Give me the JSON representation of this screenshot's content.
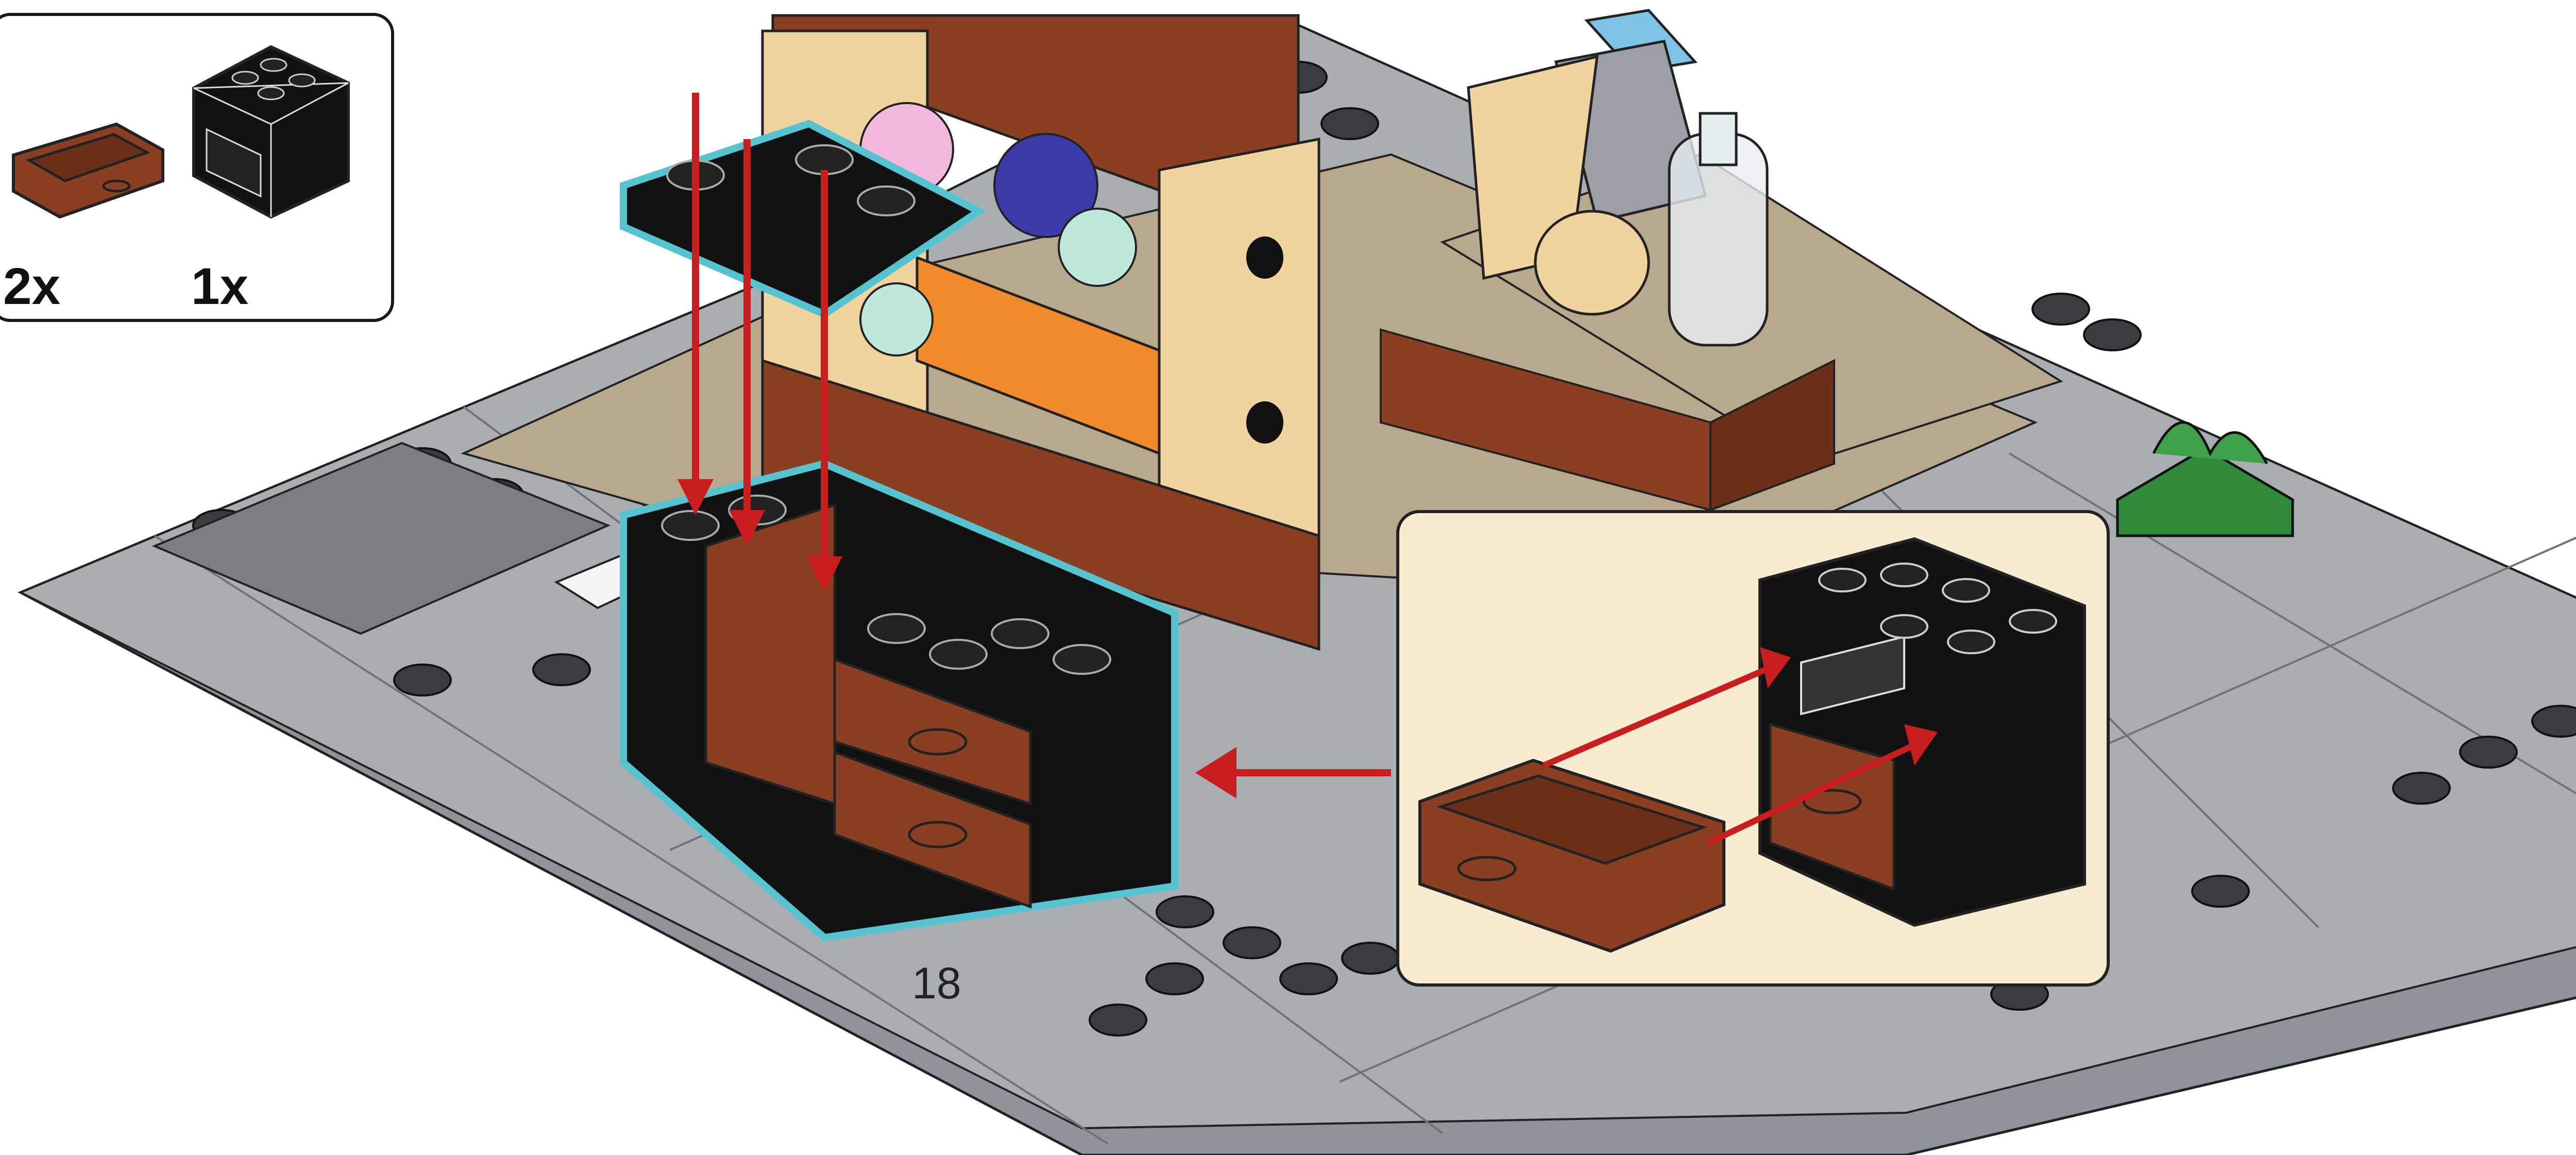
{
  "parts_list": {
    "items": [
      {
        "name": "drawer-part",
        "quantity": "2x",
        "color": "#8a3f22"
      },
      {
        "name": "cupboard-part",
        "quantity": "1x",
        "color": "#111111"
      }
    ]
  },
  "step": {
    "number": "18"
  },
  "colors": {
    "baseplate": "#8e9499",
    "baseplate_light": "#a9aeb2",
    "stud_dark": "#3a3d40",
    "reddish_brown": "#8a3f22",
    "tan": "#f1d3a0",
    "black": "#111111",
    "highlight": "#56c4d0",
    "arrow": "#c81e1e",
    "callout_bg": "#f7ecd2",
    "green": "#2f8a3a",
    "orange": "#f08a2a",
    "blue_grey": "#7fa8c0"
  }
}
